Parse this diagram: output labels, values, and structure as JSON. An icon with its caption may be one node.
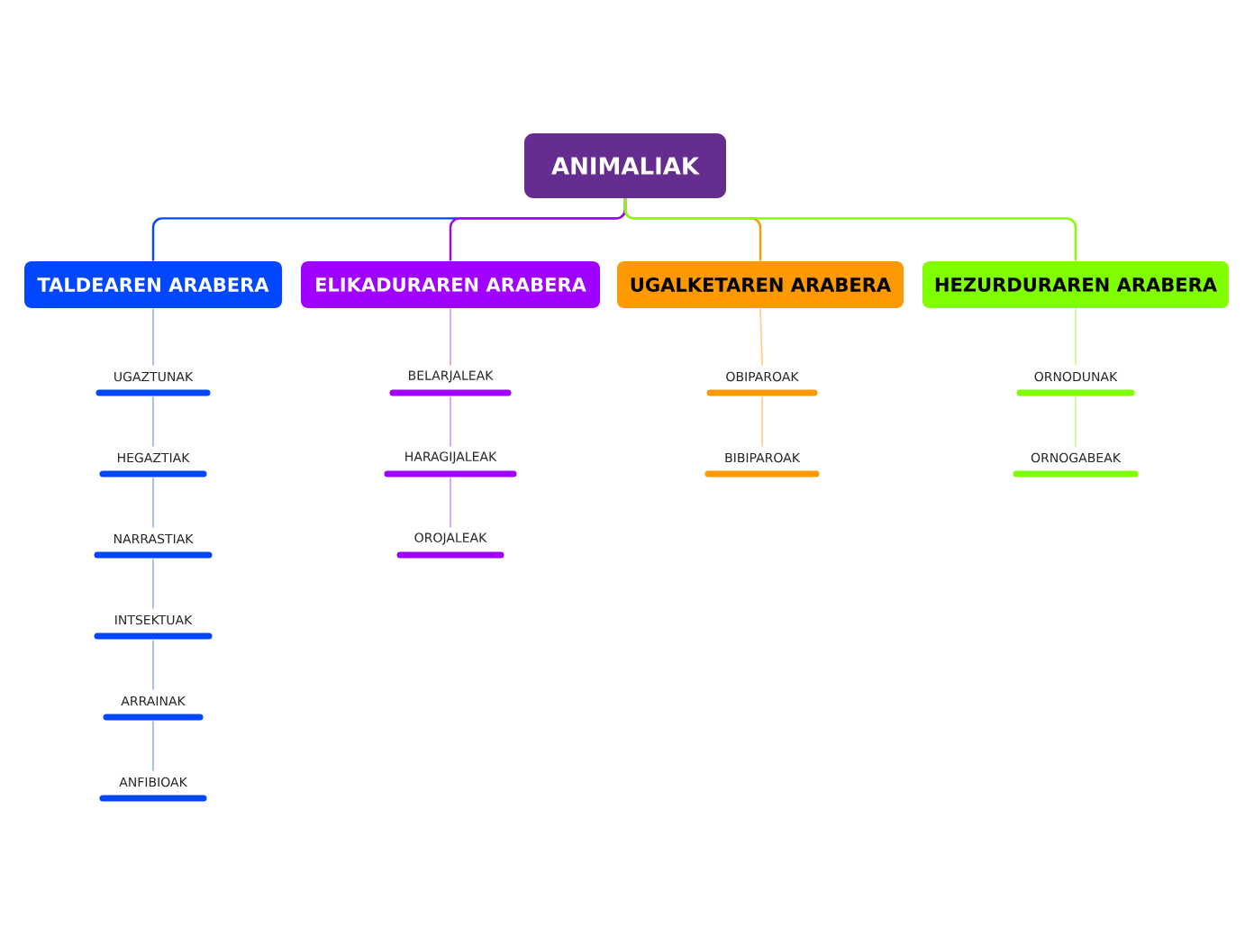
{
  "diagram": {
    "nodes": [
      {
        "text": [
          "ANIMALIAK"
        ]
      },
      {
        "text": [
          "TALDEAREN ARABERA"
        ]
      },
      {
        "text": [
          "ELIKADURAREN ARABERA"
        ]
      },
      {
        "text": [
          "UGALKETAREN ARABERA"
        ]
      },
      {
        "text": [
          "HEZURDURAREN ARABERA"
        ]
      },
      {
        "text": [
          "UGAZTUNAK"
        ]
      },
      {
        "text": [
          "HEGAZTIAK"
        ]
      },
      {
        "text": [
          "NARRASTIAK"
        ]
      },
      {
        "text": [
          "INTSEKTUAK"
        ]
      },
      {
        "text": [
          "ARRAINAK"
        ]
      },
      {
        "text": [
          "ANFIBIOAK"
        ]
      },
      {
        "text": [
          "BELARJALEAK"
        ]
      },
      {
        "text": [
          "HARAGIJALEAK"
        ]
      },
      {
        "text": [
          "OROJALEAK"
        ]
      },
      {
        "text": [
          "OBIPAROAK"
        ]
      },
      {
        "text": [
          "BIBIPAROAK"
        ]
      },
      {
        "text": [
          "ORNODUNAK"
        ]
      },
      {
        "text": [
          "ORNOGABEAK"
        ]
      }
    ],
    "edges": [
      {
        "from": 0,
        "to": 1,
        "arrow": "none",
        "color": "#0047ff"
      },
      {
        "from": 0,
        "to": 2,
        "arrow": "none",
        "color": "#a000ff"
      },
      {
        "from": 0,
        "to": 3,
        "arrow": "none",
        "color": "#ff9900"
      },
      {
        "from": 0,
        "to": 4,
        "arrow": "none",
        "color": "#80ff00"
      },
      {
        "from": 1,
        "to": 5,
        "arrow": "none",
        "color": "#8faeff"
      },
      {
        "from": 5,
        "to": 6,
        "arrow": "none",
        "color": "#8faeff"
      },
      {
        "from": 6,
        "to": 7,
        "arrow": "none",
        "color": "#8faeff"
      },
      {
        "from": 7,
        "to": 8,
        "arrow": "none",
        "color": "#8faeff"
      },
      {
        "from": 8,
        "to": 9,
        "arrow": "none",
        "color": "#8faeff"
      },
      {
        "from": 9,
        "to": 10,
        "arrow": "none",
        "color": "#8faeff"
      },
      {
        "from": 2,
        "to": 11,
        "arrow": "none",
        "color": "#d58fff"
      },
      {
        "from": 11,
        "to": 12,
        "arrow": "none",
        "color": "#d58fff"
      },
      {
        "from": 12,
        "to": 13,
        "arrow": "none",
        "color": "#d58fff"
      },
      {
        "from": 3,
        "to": 14,
        "arrow": "none",
        "color": "#ffcc80"
      },
      {
        "from": 14,
        "to": 15,
        "arrow": "none",
        "color": "#ffcc80"
      },
      {
        "from": 4,
        "to": 16,
        "arrow": "none",
        "color": "#c0ff80"
      },
      {
        "from": 16,
        "to": 17,
        "arrow": "none",
        "color": "#c0ff80"
      }
    ]
  }
}
